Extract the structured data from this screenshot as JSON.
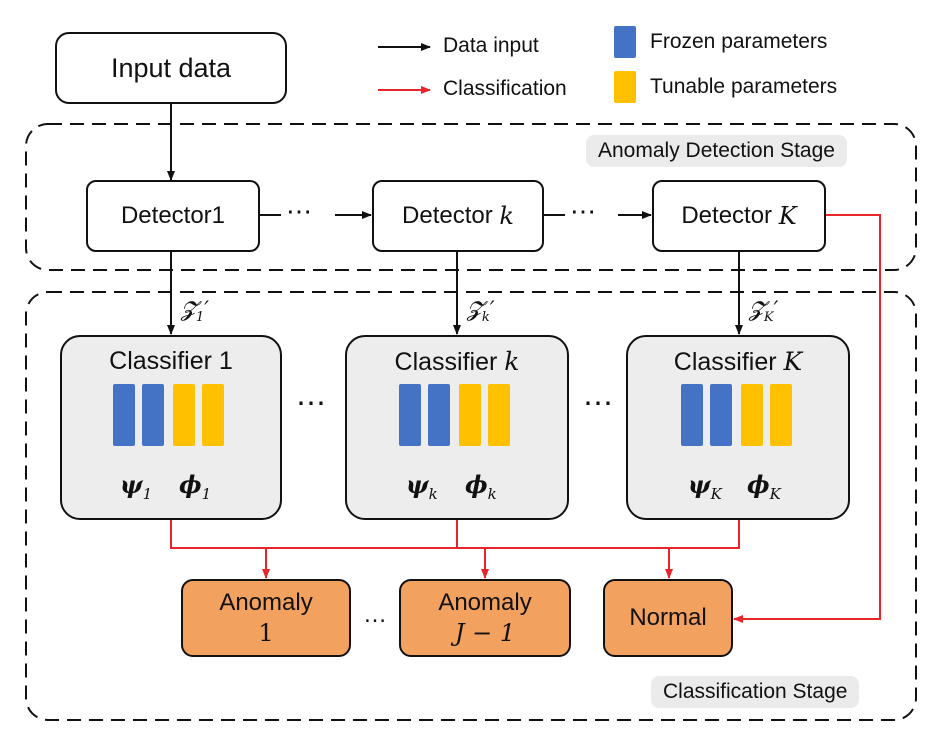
{
  "legend": {
    "data_input": "Data input",
    "classification": "Classification",
    "frozen": "Frozen parameters",
    "tunable": "Tunable parameters"
  },
  "input_box": "Input data",
  "stages": {
    "detection": "Anomaly Detection Stage",
    "classification": "Classification Stage"
  },
  "detectors": [
    {
      "prefix": "Detector ",
      "index": "1",
      "math": false
    },
    {
      "prefix": "Detector ",
      "index": "k",
      "math": true
    },
    {
      "prefix": "Detector ",
      "index": "K",
      "math": true
    }
  ],
  "latents": [
    {
      "symbol": "𝓩",
      "sub": "1",
      "prime": "′"
    },
    {
      "symbol": "𝓩",
      "sub": "k",
      "prime": "′"
    },
    {
      "symbol": "𝓩",
      "sub": "K",
      "prime": "′"
    }
  ],
  "classifiers": [
    {
      "prefix": "Classifier ",
      "index": "1",
      "math": false,
      "psi": "ψ",
      "psi_sub": "1",
      "phi": "ϕ",
      "phi_sub": "1"
    },
    {
      "prefix": "Classifier ",
      "index": "k",
      "math": true,
      "psi": "ψ",
      "psi_sub": "k",
      "phi": "ϕ",
      "phi_sub": "k"
    },
    {
      "prefix": "Classifier ",
      "index": "K",
      "math": true,
      "psi": "ψ",
      "psi_sub": "K",
      "phi": "ϕ",
      "phi_sub": "K"
    }
  ],
  "outputs": [
    {
      "line1": "Anomaly",
      "line2": "1"
    },
    {
      "line1": "Anomaly",
      "line2": "J − 1"
    },
    {
      "line1": "Normal",
      "line2": ""
    }
  ],
  "ellipsis": "⋯",
  "ellipsis_small": "…",
  "colors": {
    "frozen": "#4472c4",
    "tunable": "#ffc000",
    "classification_arrow": "#e8252b",
    "output_fill": "#f2a15e",
    "classifier_fill": "#ededed"
  }
}
